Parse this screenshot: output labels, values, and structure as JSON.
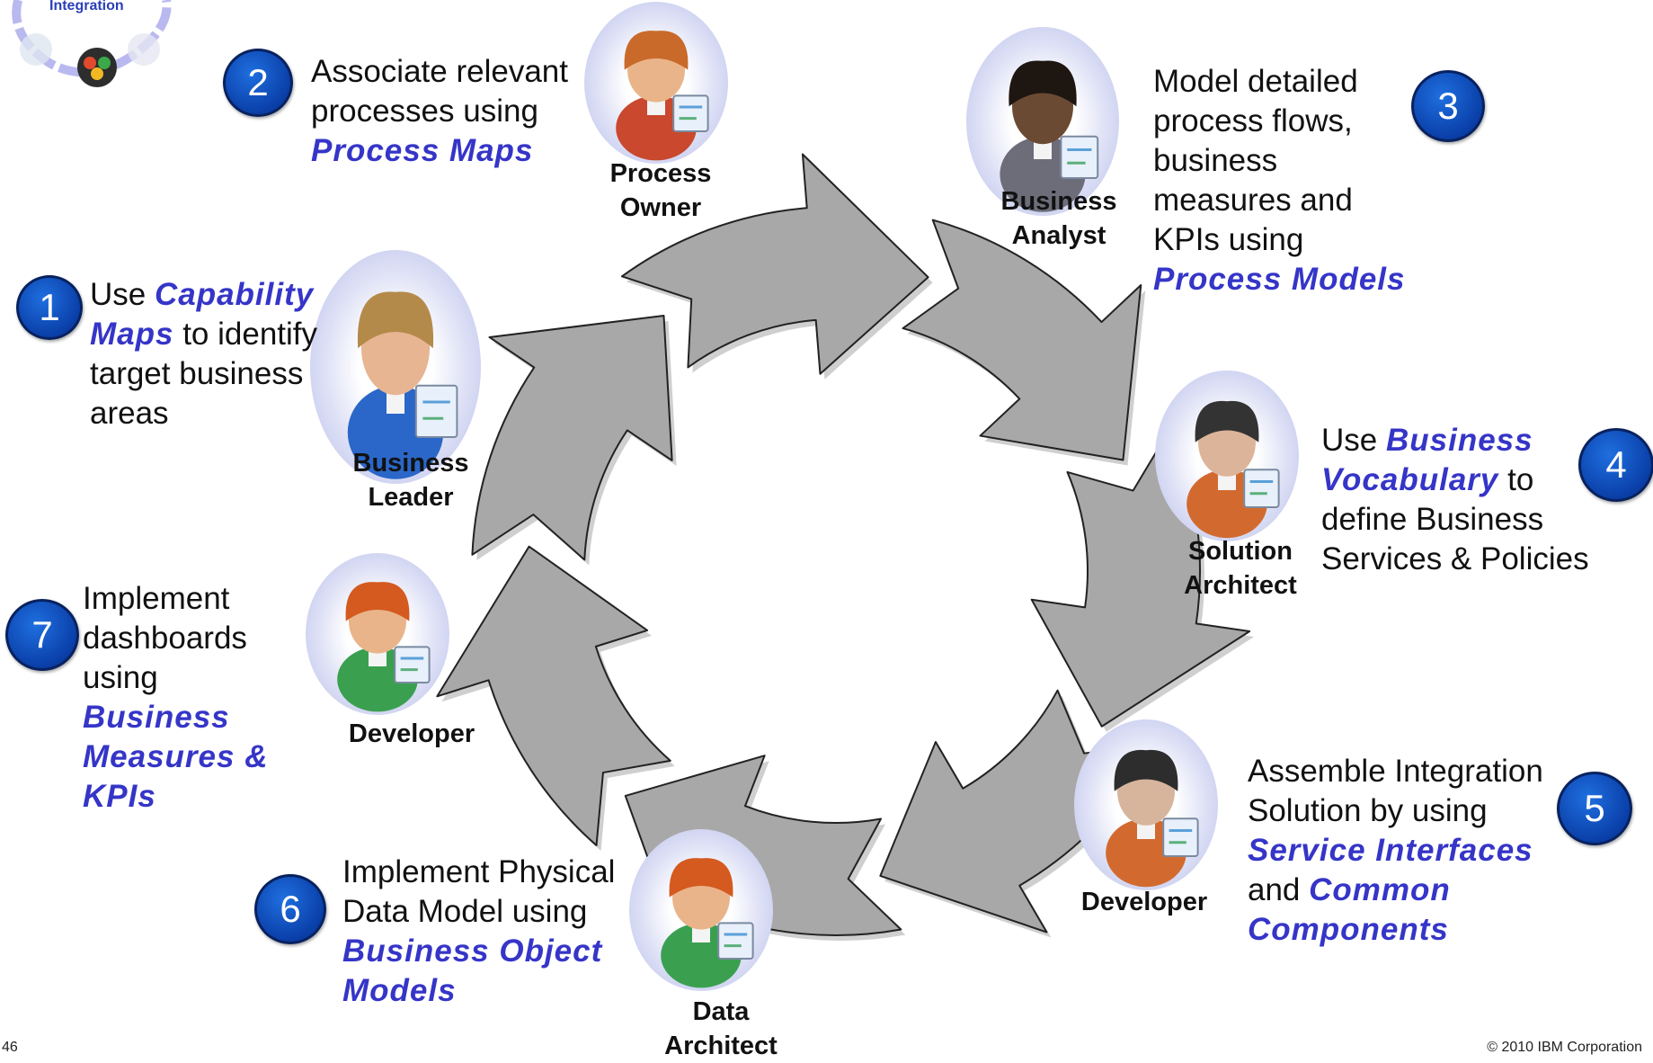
{
  "logo": {
    "label": "Integration"
  },
  "cycle": {
    "arrow_fill": "#a8a8a8",
    "arrow_stroke": "#222222"
  },
  "accent_color": "#3535c8",
  "badge_color": "#0a4fc0",
  "steps": [
    {
      "number": "1",
      "pre": "Use ",
      "em": "Capability Maps",
      "post": " to identify target business areas"
    },
    {
      "number": "2",
      "pre": "Associate relevant processes using ",
      "em": "Process Maps",
      "post": ""
    },
    {
      "number": "3",
      "pre": "Model detailed process flows, business measures and KPIs using ",
      "em": "Process Models",
      "post": ""
    },
    {
      "number": "4",
      "pre": "Use ",
      "em": "Business Vocabulary",
      "post": " to define Business Services & Policies"
    },
    {
      "number": "5",
      "pre": "Assemble Integration Solution by using ",
      "em": "Service Interfaces",
      "mid": " and ",
      "em2": "Common Components",
      "post": ""
    },
    {
      "number": "6",
      "pre": "Implement Physical Data Model using ",
      "em": "Business Object Models",
      "post": ""
    },
    {
      "number": "7",
      "pre": "Implement dashboards using ",
      "em": "Business Measures & KPIs",
      "post": ""
    }
  ],
  "roles": [
    {
      "line1": "Business",
      "line2": "Leader",
      "icon": "business-leader-person-icon"
    },
    {
      "line1": "Process",
      "line2": "Owner",
      "icon": "process-owner-person-icon"
    },
    {
      "line1": "Business",
      "line2": "Analyst",
      "icon": "business-analyst-person-icon"
    },
    {
      "line1": "Solution",
      "line2": "Architect",
      "icon": "solution-architect-person-icon"
    },
    {
      "line1": "Developer",
      "line2": "",
      "icon": "developer-person-icon"
    },
    {
      "line1": "Data",
      "line2": "Architect",
      "icon": "data-architect-person-icon"
    },
    {
      "line1": "Developer",
      "line2": "",
      "icon": "developer-person-icon"
    }
  ],
  "footer": {
    "page_number": "46",
    "copyright": "© 2010 IBM Corporation"
  }
}
